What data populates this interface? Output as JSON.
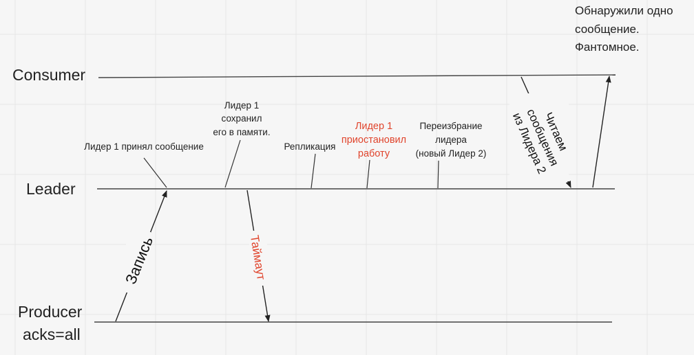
{
  "lanes": {
    "consumer": "Consumer",
    "leader": "Leader",
    "producer_line1": "Producer",
    "producer_line2": "acks=all"
  },
  "notes": {
    "leader_accepted": "Лидер 1 принял сообщение",
    "leader_saved_line1": "Лидер 1",
    "leader_saved_line2": "сохранил",
    "leader_saved_line3": "его в памяти.",
    "replication": "Репликация",
    "leader_stopped_line1": "Лидер 1",
    "leader_stopped_line2": "приостановил",
    "leader_stopped_line3": "работу",
    "reelection_line1": "Переизбрание",
    "reelection_line2": "лидера",
    "reelection_line3": "(новый Лидер 2)",
    "found_line1": "Обнаружили одно",
    "found_line2": "сообщение.",
    "found_line3": "Фантомное."
  },
  "arrows": {
    "write": "Запись",
    "timeout": "Таймаут",
    "read_line1": "Читаем",
    "read_line2": "сообщения",
    "read_line3": "из Лидера 2"
  },
  "colors": {
    "accent_red": "#e0442c",
    "line": "#444444",
    "background": "#f6f6f6",
    "grid": "#e6e6e6"
  }
}
